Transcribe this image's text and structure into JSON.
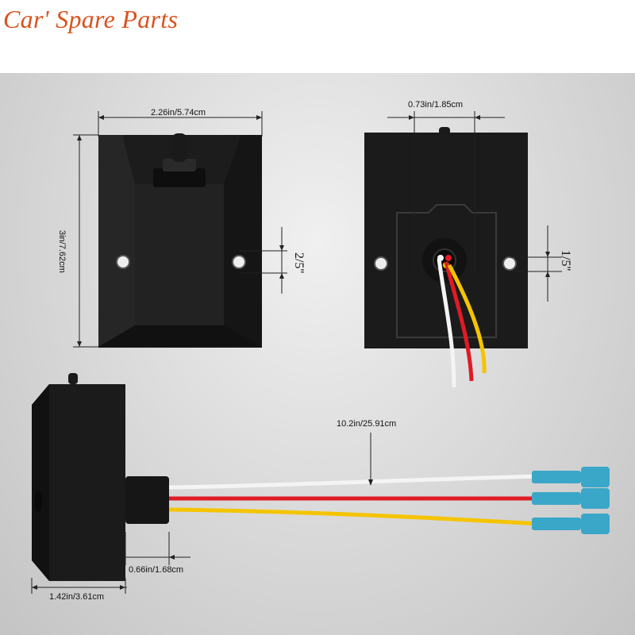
{
  "brand": "Car' Spare Parts",
  "colors": {
    "brand": "#d9531e",
    "body": "#1c1c1c",
    "wire_white": "#f4f4f4",
    "wire_red": "#e01b24",
    "wire_yellow": "#f5c400",
    "connector": "#3aa7c8"
  },
  "dimensions": {
    "front_width": "2.26in/5.74cm",
    "front_height": "3in/7.62cm",
    "hole_spacing_front": "2/5''",
    "back_boss_width": "0.73in/1.85cm",
    "hole_spacing_back": "1/5''",
    "wire_length": "10.2in/25.91cm",
    "boss_depth": "0.66in/1.68cm",
    "side_depth": "1.42in/3.61cm"
  }
}
